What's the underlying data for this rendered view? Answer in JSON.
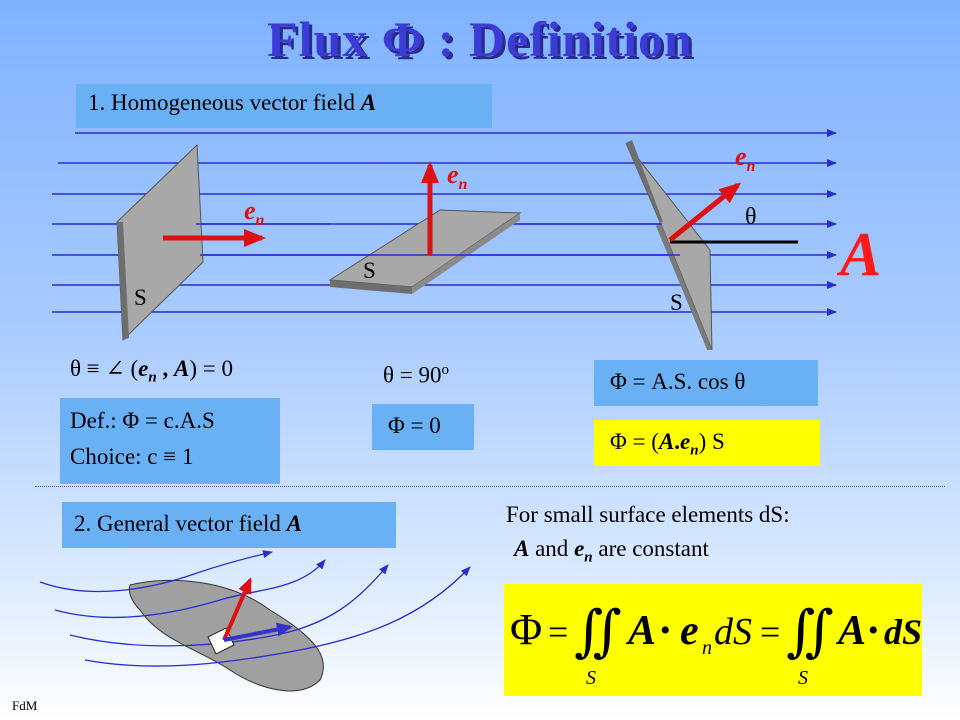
{
  "title": "Flux  Φ : Definition",
  "section1": {
    "heading_prefix": "1. Homogeneous  vector field ",
    "heading_var": "A",
    "surface_label": "S",
    "normal_label_base": "e",
    "normal_label_sub": "n",
    "angle_symbol": "θ",
    "field_label": "A",
    "eq_theta_def_left": "θ ≡ ∠ (",
    "eq_theta_def_en": "e",
    "eq_theta_def_sub": "n",
    "eq_theta_def_comma": " , ",
    "eq_theta_def_A": "A",
    "eq_theta_def_right": ") = 0",
    "eq_theta_90_base": "θ = 90",
    "eq_theta_90_sup": "o",
    "def_line1": "Def.:  Φ = c.A.S",
    "def_line2": "Choice: c ≡ 1",
    "phi_zero": "Φ = 0",
    "phi_cos": "Φ = A.S. cos θ",
    "phi_dot_left": "Φ = (",
    "phi_dot_A": "A",
    "phi_dot_dot": ".",
    "phi_dot_e": "e",
    "phi_dot_sub": "n",
    "phi_dot_right": ") S"
  },
  "section2": {
    "heading_prefix": "2. General vector field ",
    "heading_var": "A",
    "note_line1": "For small surface elements dS:",
    "note_line2_A": "A",
    "note_line2_mid": " and ",
    "note_line2_e": "e",
    "note_line2_sub": "n",
    "note_line2_end": " are constant",
    "formula": {
      "phi": "Φ",
      "eq": "=",
      "integral": "∬",
      "lower": "S",
      "A": "A",
      "bullet": "•",
      "e": "e",
      "sub": "n",
      "dS": "dS",
      "dS2": "dS"
    }
  },
  "footer": "FdM",
  "colors": {
    "title": "#3b3bd6",
    "box": "#6ab0f5",
    "highlight": "#ffff00",
    "arrow_red": "#dd1111",
    "arrow_blue": "#3333cc",
    "field_line": "#2b2bd0",
    "plate": "#a8a8a8"
  }
}
